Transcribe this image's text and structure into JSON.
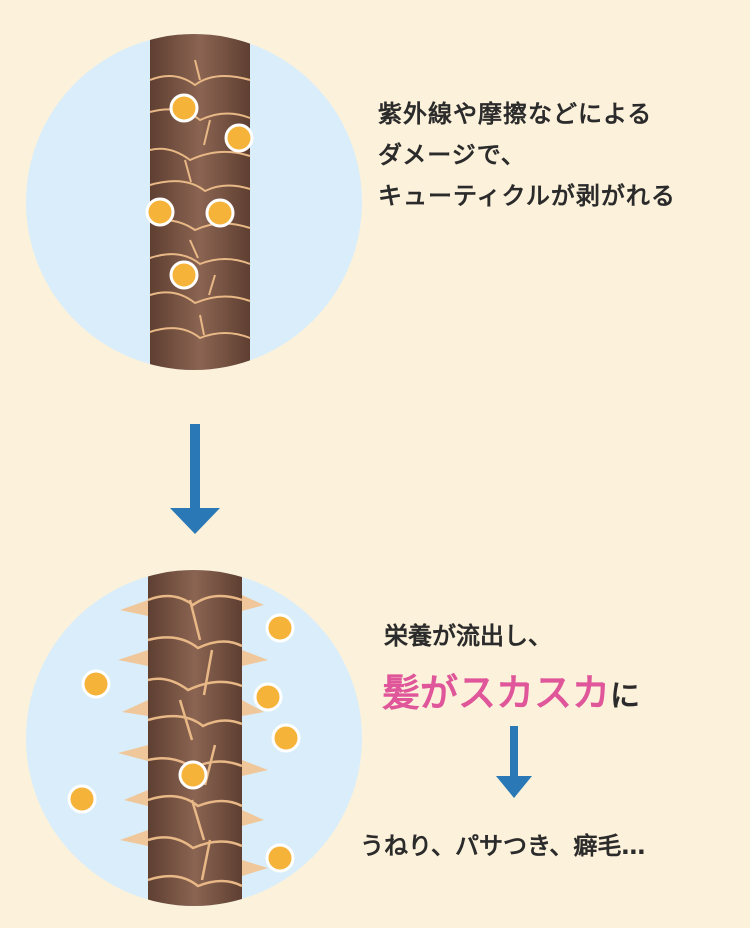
{
  "top": {
    "caption_lines": [
      "紫外線や摩擦などによる",
      "ダメージで、",
      "キューティクルが剥がれる"
    ]
  },
  "bottom": {
    "caption_line1": "栄養が流出し、",
    "caption_highlight": "髪がスカスカ",
    "caption_suffix": "に",
    "result_text": "うねり、パサつき、癖毛…"
  },
  "colors": {
    "background": "#fcf1da",
    "circle": "#d9eefa",
    "hair": "#7a5544",
    "cuticle_line": "#e8b886",
    "nutrient_dot": "#f5b33a",
    "arrow": "#2a78b6",
    "highlight": "#e0569a"
  },
  "icons": [
    "hair-strand-icon",
    "nutrient-dot-icon",
    "down-arrow-icon"
  ]
}
